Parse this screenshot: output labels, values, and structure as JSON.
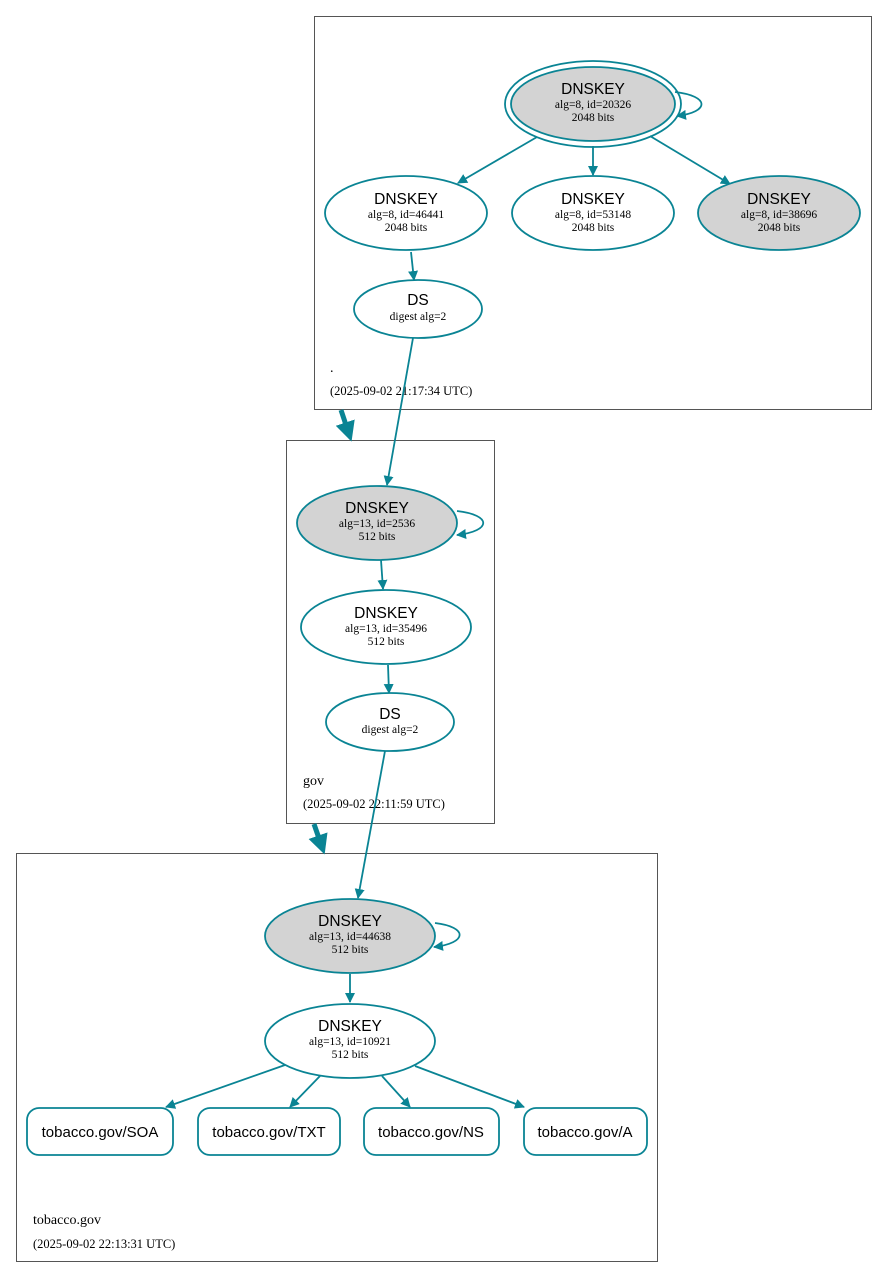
{
  "colors": {
    "edge": "#0a8494",
    "sep_key_fill": "#d3d3d3",
    "key_fill": "#ffffff",
    "zone_border": "#555555"
  },
  "zones": {
    "root": {
      "name": ".",
      "timestamp": "(2025-09-02 21:17:34 UTC)"
    },
    "gov": {
      "name": "gov",
      "timestamp": "(2025-09-02 22:11:59 UTC)"
    },
    "tobacco": {
      "name": "tobacco.gov",
      "timestamp": "(2025-09-02 22:13:31 UTC)"
    }
  },
  "nodes": {
    "root_ksk": {
      "type": "DNSKEY",
      "detail": "alg=8, id=20326",
      "bits": "2048 bits",
      "sep": true,
      "trust_anchor": true
    },
    "root_zsk1": {
      "type": "DNSKEY",
      "detail": "alg=8, id=46441",
      "bits": "2048 bits",
      "sep": false
    },
    "root_zsk2": {
      "type": "DNSKEY",
      "detail": "alg=8, id=53148",
      "bits": "2048 bits",
      "sep": false
    },
    "root_key3": {
      "type": "DNSKEY",
      "detail": "alg=8, id=38696",
      "bits": "2048 bits",
      "sep": true
    },
    "root_ds": {
      "type": "DS",
      "detail": "digest alg=2"
    },
    "gov_ksk": {
      "type": "DNSKEY",
      "detail": "alg=13, id=2536",
      "bits": "512 bits",
      "sep": true
    },
    "gov_zsk": {
      "type": "DNSKEY",
      "detail": "alg=13, id=35496",
      "bits": "512 bits",
      "sep": false
    },
    "gov_ds": {
      "type": "DS",
      "detail": "digest alg=2"
    },
    "tob_ksk": {
      "type": "DNSKEY",
      "detail": "alg=13, id=44638",
      "bits": "512 bits",
      "sep": true
    },
    "tob_zsk": {
      "type": "DNSKEY",
      "detail": "alg=13, id=10921",
      "bits": "512 bits",
      "sep": false
    }
  },
  "rrsets": {
    "soa": "tobacco.gov/SOA",
    "txt": "tobacco.gov/TXT",
    "ns": "tobacco.gov/NS",
    "a": "tobacco.gov/A"
  }
}
